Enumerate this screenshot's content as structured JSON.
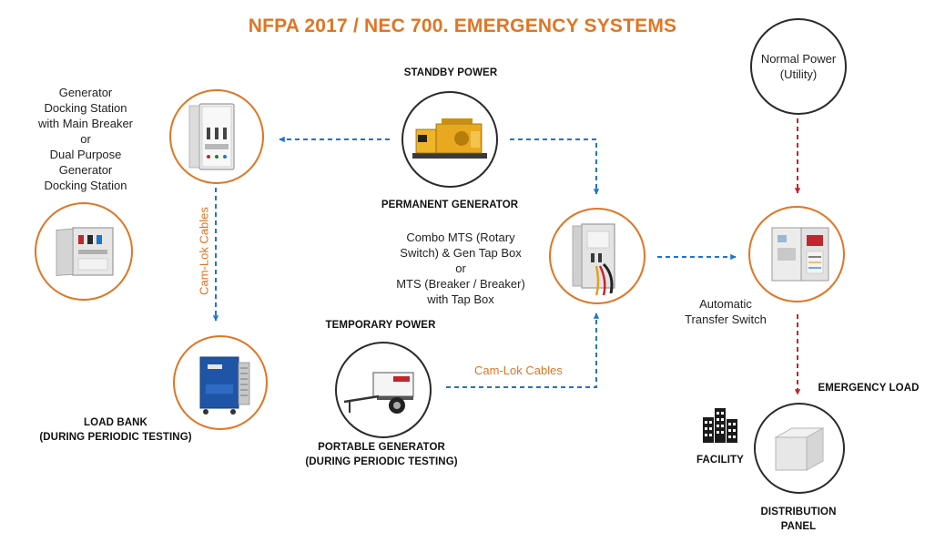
{
  "title": "NFPA 2017 / NEC 700. EMERGENCY SYSTEMS",
  "labels": {
    "standby_power": "STANDBY POWER",
    "permanent_generator": "PERMANENT GENERATOR",
    "temporary_power": "TEMPORARY POWER",
    "portable_generator_1": "PORTABLE GENERATOR",
    "portable_generator_2": "(DURING PERIODIC TESTING)",
    "load_bank_1": "LOAD BANK",
    "load_bank_2": "(DURING PERIODIC TESTING)",
    "emergency_load": "EMERGENCY LOAD",
    "facility": "FACILITY",
    "distribution_panel_1": "DISTRIBUTION",
    "distribution_panel_2": "PANEL",
    "docking_station": [
      "Generator",
      "Docking Station",
      "with Main Breaker",
      "or",
      "Dual Purpose",
      "Generator",
      "Docking Station"
    ],
    "mts": [
      "Combo MTS (Rotary",
      "Switch)  & Gen Tap Box",
      "or",
      "MTS (Breaker / Breaker)",
      "with Tap Box"
    ],
    "ats": [
      "Automatic",
      "Transfer Switch"
    ],
    "normal_power": [
      "Normal Power",
      "(Utility)"
    ],
    "cam_lok_vertical": "Cam-Lok Cables",
    "cam_lok_horizontal": "Cam-Lok Cables"
  },
  "colors": {
    "accent": "#e07524",
    "blue_arrow": "#1f74c9",
    "red_arrow": "#c0272d",
    "circle_black": "#2a2a2a"
  },
  "icons": [
    "generator-docking-station-cabinet",
    "dual-purpose-docking-station-panel",
    "load-bank-unit",
    "permanent-generator",
    "portable-generator-trailer",
    "mts-tap-box-cabinet",
    "automatic-transfer-switch",
    "distribution-panel-box",
    "facility-buildings"
  ]
}
